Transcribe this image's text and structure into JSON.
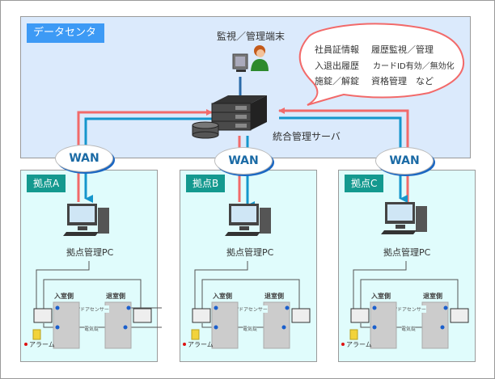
{
  "datacenter": {
    "label": "データセンタ",
    "terminal_label": "監視／管理端末",
    "server_label": "統合管理サーバ",
    "bubble_lines": [
      [
        "社員証情報",
        "履歴監視／管理"
      ],
      [
        "入退出履歴",
        "カードID有効／無効化"
      ],
      [
        "施錠／解錠",
        "資格管理　など"
      ]
    ]
  },
  "wan_label": "WAN",
  "sites": [
    {
      "label": "拠点A",
      "pc_label": "拠点管理PC",
      "entry_label": "入室側",
      "exit_label": "退室側",
      "door_sensor": "ドアセンサー",
      "lock": "電気錠",
      "alarm": "アラーム"
    },
    {
      "label": "拠点B",
      "pc_label": "拠点管理PC",
      "entry_label": "入室側",
      "exit_label": "退室側",
      "door_sensor": "ドアセンサー",
      "lock": "電気錠",
      "alarm": "アラーム"
    },
    {
      "label": "拠点C",
      "pc_label": "拠点管理PC",
      "entry_label": "入室側",
      "exit_label": "退室側",
      "door_sensor": "ドアセンサー",
      "lock": "電気錠",
      "alarm": "アラーム"
    }
  ],
  "colors": {
    "upload_line": "#f26a6a",
    "download_line": "#1596cc",
    "datacenter_bg": "#dbeafc",
    "site_bg": "#e0fcfc",
    "datacenter_tag": "#3d9af5",
    "site_tag": "#14998f"
  }
}
